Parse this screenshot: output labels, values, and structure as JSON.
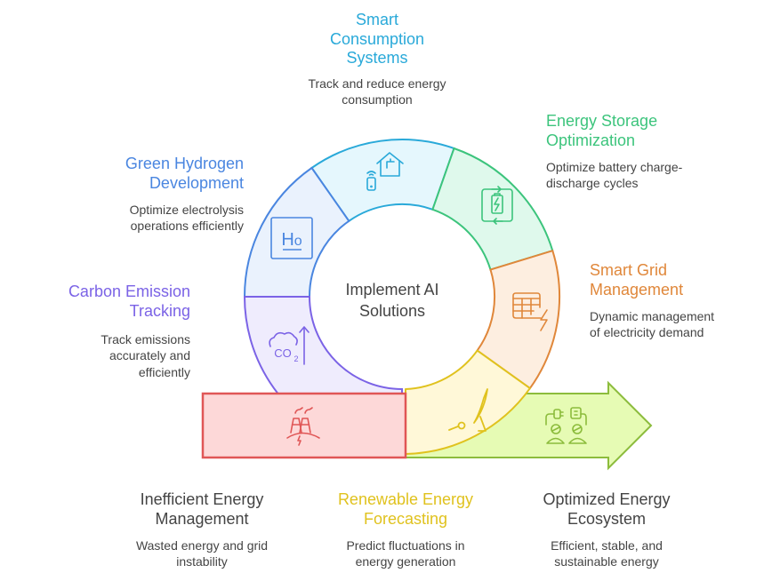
{
  "center": {
    "line1": "Implement AI",
    "line2": "Solutions"
  },
  "colors": {
    "consumption": "#29a9d9",
    "storage": "#3cc47c",
    "grid": "#e0873a",
    "renewable": "#e0c21e",
    "hydrogen": "#4a86e0",
    "carbon": "#7b63e6",
    "inefficient": "#e05656",
    "optimized": "#8cbc3c",
    "text": "#444444"
  },
  "segments": [
    {
      "id": "smart-consumption",
      "title": "Smart Consumption Systems",
      "title_lines": [
        "Smart",
        "Consumption",
        "Systems"
      ],
      "desc_lines": [
        "Track and reduce energy",
        "consumption"
      ],
      "icon": "smart-home-icon"
    },
    {
      "id": "energy-storage",
      "title": "Energy Storage Optimization",
      "title_lines": [
        "Energy Storage",
        "Optimization"
      ],
      "desc_lines": [
        "Optimize battery charge-",
        "discharge cycles"
      ],
      "icon": "battery-cycle-icon"
    },
    {
      "id": "smart-grid",
      "title": "Smart Grid Management",
      "title_lines": [
        "Smart Grid",
        "Management"
      ],
      "desc_lines": [
        "Dynamic management",
        "of electricity demand"
      ],
      "icon": "grid-lightning-icon"
    },
    {
      "id": "renewable-forecasting",
      "title": "Renewable Energy Forecasting",
      "title_lines": [
        "Renewable Energy",
        "Forecasting"
      ],
      "desc_lines": [
        "Predict fluctuations in",
        "energy generation"
      ],
      "icon": "solar-panel-icon"
    },
    {
      "id": "green-hydrogen",
      "title": "Green Hydrogen Development",
      "title_lines": [
        "Green Hydrogen",
        "Development"
      ],
      "desc_lines": [
        "Optimize electrolysis",
        "operations efficiently"
      ],
      "icon": "hydrogen-element-icon",
      "icon_text": "H₀"
    },
    {
      "id": "carbon-tracking",
      "title": "Carbon Emission Tracking",
      "title_lines": [
        "Carbon Emission",
        "Tracking"
      ],
      "desc_lines": [
        "Track emissions",
        "accurately and",
        "efficiently"
      ],
      "icon": "co2-rising-icon",
      "icon_text": "CO2"
    }
  ],
  "start": {
    "title_lines": [
      "Inefficient Energy",
      "Management"
    ],
    "desc_lines": [
      "Wasted energy and grid",
      "instability"
    ],
    "icon": "power-plant-icon"
  },
  "end": {
    "title_lines": [
      "Optimized Energy",
      "Ecosystem"
    ],
    "desc_lines": [
      "Efficient, stable, and",
      "sustainable energy"
    ],
    "icon": "plug-connection-icon"
  }
}
